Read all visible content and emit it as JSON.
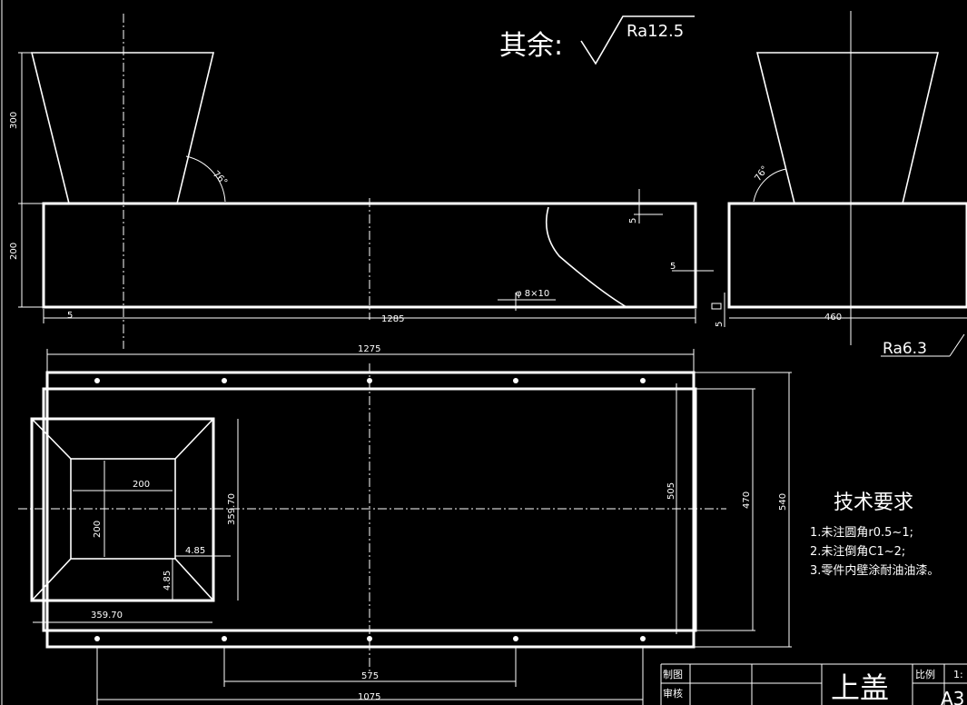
{
  "surface_note": {
    "prefix": "其余:",
    "roughness": "Ra12.5",
    "roughness_secondary": "Ra6.3"
  },
  "dimensions": {
    "front_height_top": "300",
    "front_height_bottom": "200",
    "angle_left": "76°",
    "angle_right": "76°",
    "wall_5_a": "5",
    "wall_5_b": "5",
    "wall_5_c": "5",
    "wall_5_d": "5",
    "hole": "φ 8×10",
    "front_length": "1285",
    "side_width": "460",
    "plan_top_length": "1275",
    "plan_opening_inner": "200",
    "plan_opening_inner_v": "200",
    "plan_opening_outer_v": "359.70",
    "plan_opening_outer_h": "359.70",
    "plan_wall_h": "4.85",
    "plan_wall_v": "4.85",
    "plan_h_505": "505",
    "plan_h_470": "470",
    "plan_h_540": "540",
    "plan_bolt_575": "575",
    "plan_bolt_1075": "1075"
  },
  "tech_requirements": {
    "title": "技术要求",
    "items": [
      "1.未注圆角r0.5~1;",
      "2.未注倒角C1~2;",
      "3.零件内壁涂耐油油漆。"
    ]
  },
  "title_block": {
    "drawn": "制图",
    "checked": "审核",
    "part_name": "上盖",
    "scale_label": "比例",
    "scale_value": "1:",
    "sheet": "A3"
  }
}
